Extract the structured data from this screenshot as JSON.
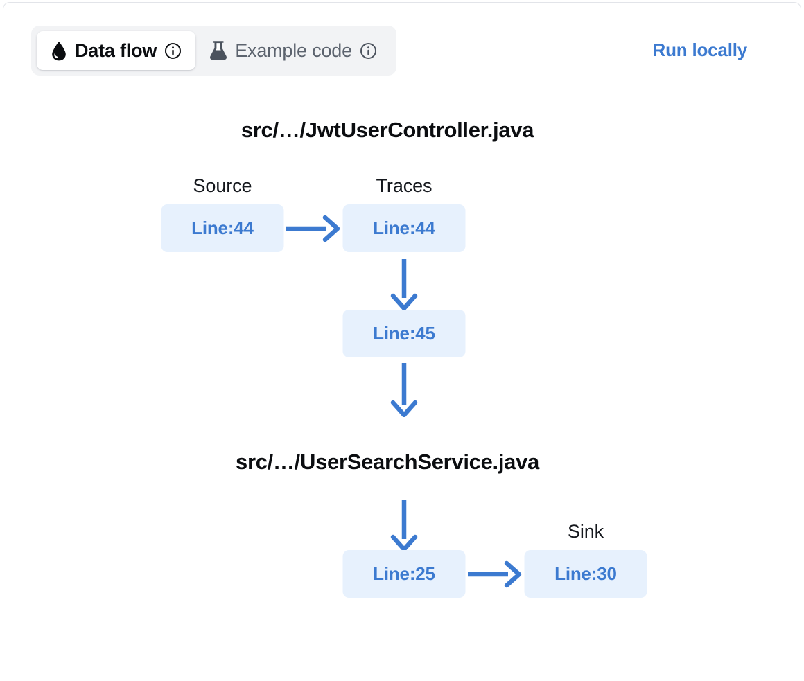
{
  "tabs": [
    {
      "label": "Data flow",
      "icon": "droplet-icon",
      "info_icon": "info-circle-icon",
      "active": true
    },
    {
      "label": "Example code",
      "icon": "flask-icon",
      "info_icon": "info-circle-icon",
      "active": false
    }
  ],
  "actions": {
    "run_locally": "Run locally"
  },
  "colors": {
    "accent_blue": "#3c7ad0",
    "node_bg": "#e7f1fd",
    "tabstrip_bg": "#f2f3f5",
    "card_border": "#e2e4e9",
    "flask_icon": "#4b525d"
  },
  "graph": {
    "files": [
      {
        "title": "src/…/JwtUserController.java"
      },
      {
        "title": "src/…/UserSearchService.java"
      }
    ],
    "column_labels": {
      "source": "Source",
      "traces": "Traces",
      "sink": "Sink"
    },
    "nodes": {
      "source_44": "Line:44",
      "trace_44": "Line:44",
      "trace_45": "Line:45",
      "trace_25": "Line:25",
      "sink_30": "Line:30"
    }
  },
  "chart_data": {
    "type": "diagram",
    "title": "Data flow",
    "nodes": [
      {
        "id": "source_44",
        "label": "Line:44",
        "group": "Source",
        "file": "src/…/JwtUserController.java",
        "line": 44
      },
      {
        "id": "trace_44",
        "label": "Line:44",
        "group": "Traces",
        "file": "src/…/JwtUserController.java",
        "line": 44
      },
      {
        "id": "trace_45",
        "label": "Line:45",
        "group": "Traces",
        "file": "src/…/JwtUserController.java",
        "line": 45
      },
      {
        "id": "trace_25",
        "label": "Line:25",
        "group": "Traces",
        "file": "src/…/UserSearchService.java",
        "line": 25
      },
      {
        "id": "sink_30",
        "label": "Line:30",
        "group": "Sink",
        "file": "src/…/UserSearchService.java",
        "line": 30
      }
    ],
    "edges": [
      {
        "from": "source_44",
        "to": "trace_44",
        "direction": "right"
      },
      {
        "from": "trace_44",
        "to": "trace_45",
        "direction": "down"
      },
      {
        "from": "trace_45",
        "to": "trace_25",
        "direction": "down"
      },
      {
        "from": "trace_25",
        "to": "sink_30",
        "direction": "right"
      }
    ]
  }
}
